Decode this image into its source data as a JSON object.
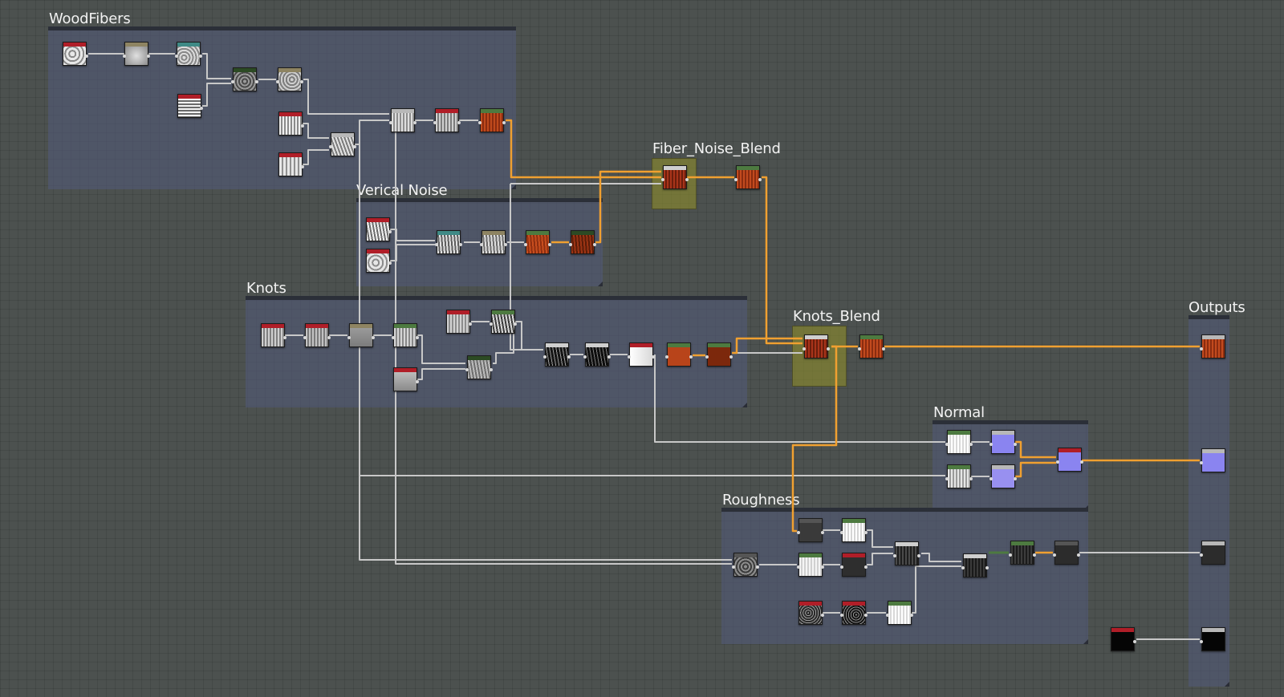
{
  "frames": {
    "woodfibers": {
      "title": "WoodFibers"
    },
    "vertical_noise": {
      "title": "Verical Noise"
    },
    "knots": {
      "title": "Knots"
    },
    "fiber_noise_blend": {
      "title": "Fiber_Noise_Blend"
    },
    "knots_blend": {
      "title": "Knots_Blend"
    },
    "outputs": {
      "title": "Outputs"
    },
    "normal": {
      "title": "Normal"
    },
    "roughness": {
      "title": "Roughness"
    }
  },
  "colors": {
    "canvas": "#4c514f",
    "frame_fill": "#505876",
    "frame_header": "#2b2f38",
    "wire_grey": "#c8c8c8",
    "wire_orange": "#f0a030",
    "bar_red": "#b01e28",
    "bar_tan": "#8e8462",
    "bar_teal": "#3f8a86",
    "bar_green": "#4d7a40",
    "bar_darkgreen": "#2c4a24",
    "bar_grey": "#b8b8b8",
    "bar_lightgrey": "#cfcfcf",
    "bar_dark": "#555555",
    "node_orange": "#b0401a",
    "node_blue": "#8a84f0"
  },
  "icons": {
    "node_connector": "circle-pin-icon",
    "frame_resize": "corner-grip-icon"
  }
}
